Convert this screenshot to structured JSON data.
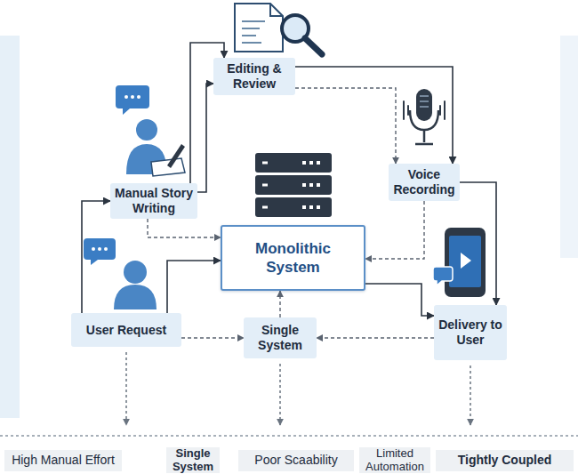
{
  "diagram": {
    "nodes": [
      {
        "text": [
          "Editing & Review"
        ]
      },
      {
        "text": [
          "Manual Story Writing"
        ]
      },
      {
        "text": [
          "Voice Recording"
        ]
      },
      {
        "text": [
          "Monolithic System"
        ]
      },
      {
        "text": [
          "User Request"
        ]
      },
      {
        "text": [
          "Single System"
        ]
      },
      {
        "text": [
          "Delivery to User"
        ]
      },
      {
        "text": [
          "High Manual Effort"
        ]
      },
      {
        "text": [
          "Single System"
        ]
      },
      {
        "text": [
          "Poor Scaability"
        ]
      },
      {
        "text": [
          "Limited Automation"
        ]
      },
      {
        "text": [
          "Tightly Coupled"
        ]
      }
    ],
    "edges": [
      {
        "from": 1,
        "to": 0,
        "arrow": "to"
      },
      {
        "from": 1,
        "to": 0,
        "arrow": "to"
      },
      {
        "from": 0,
        "to": 2,
        "arrow": "to"
      },
      {
        "from": 0,
        "to": 2,
        "arrow": "to"
      },
      {
        "from": 2,
        "to": 6,
        "arrow": "to"
      },
      {
        "from": 4,
        "to": 1,
        "arrow": "to"
      },
      {
        "from": 4,
        "to": 3,
        "arrow": "to"
      },
      {
        "from": 1,
        "to": 3,
        "arrow": "to"
      },
      {
        "from": 2,
        "to": 3,
        "arrow": "to"
      },
      {
        "from": 3,
        "to": 6,
        "arrow": "to"
      },
      {
        "from": 4,
        "to": 5,
        "arrow": "to"
      },
      {
        "from": 6,
        "to": 5,
        "arrow": "to"
      },
      {
        "from": 5,
        "to": 3,
        "arrow": "to"
      }
    ]
  }
}
